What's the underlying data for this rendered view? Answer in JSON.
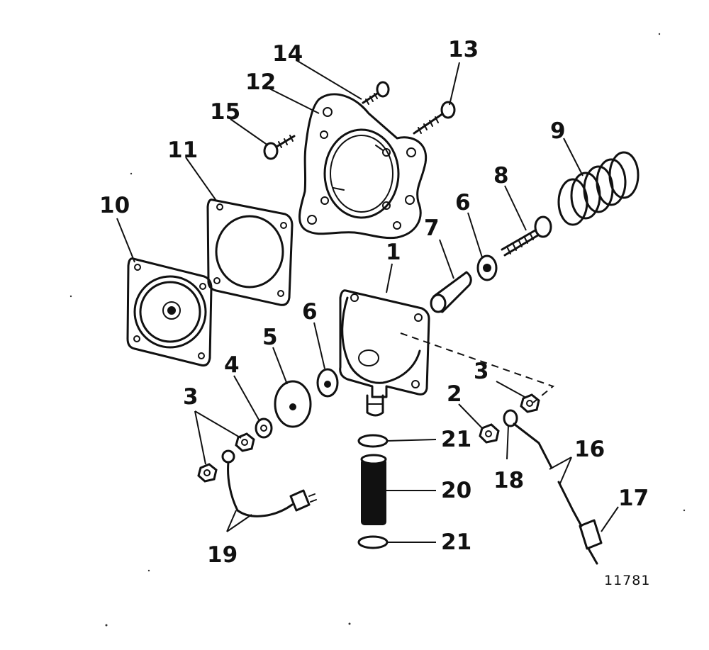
{
  "figure_number": "11781",
  "callouts": {
    "c1": "1",
    "c2": "2",
    "c3a": "3",
    "c3b": "3",
    "c4": "4",
    "c5": "5",
    "c6a": "6",
    "c6b": "6",
    "c7": "7",
    "c8": "8",
    "c9": "9",
    "c10": "10",
    "c11": "11",
    "c12": "12",
    "c13": "13",
    "c14": "14",
    "c15": "15",
    "c16": "16",
    "c17": "17",
    "c18": "18",
    "c19": "19",
    "c20": "20",
    "c21a": "21",
    "c21b": "21"
  }
}
